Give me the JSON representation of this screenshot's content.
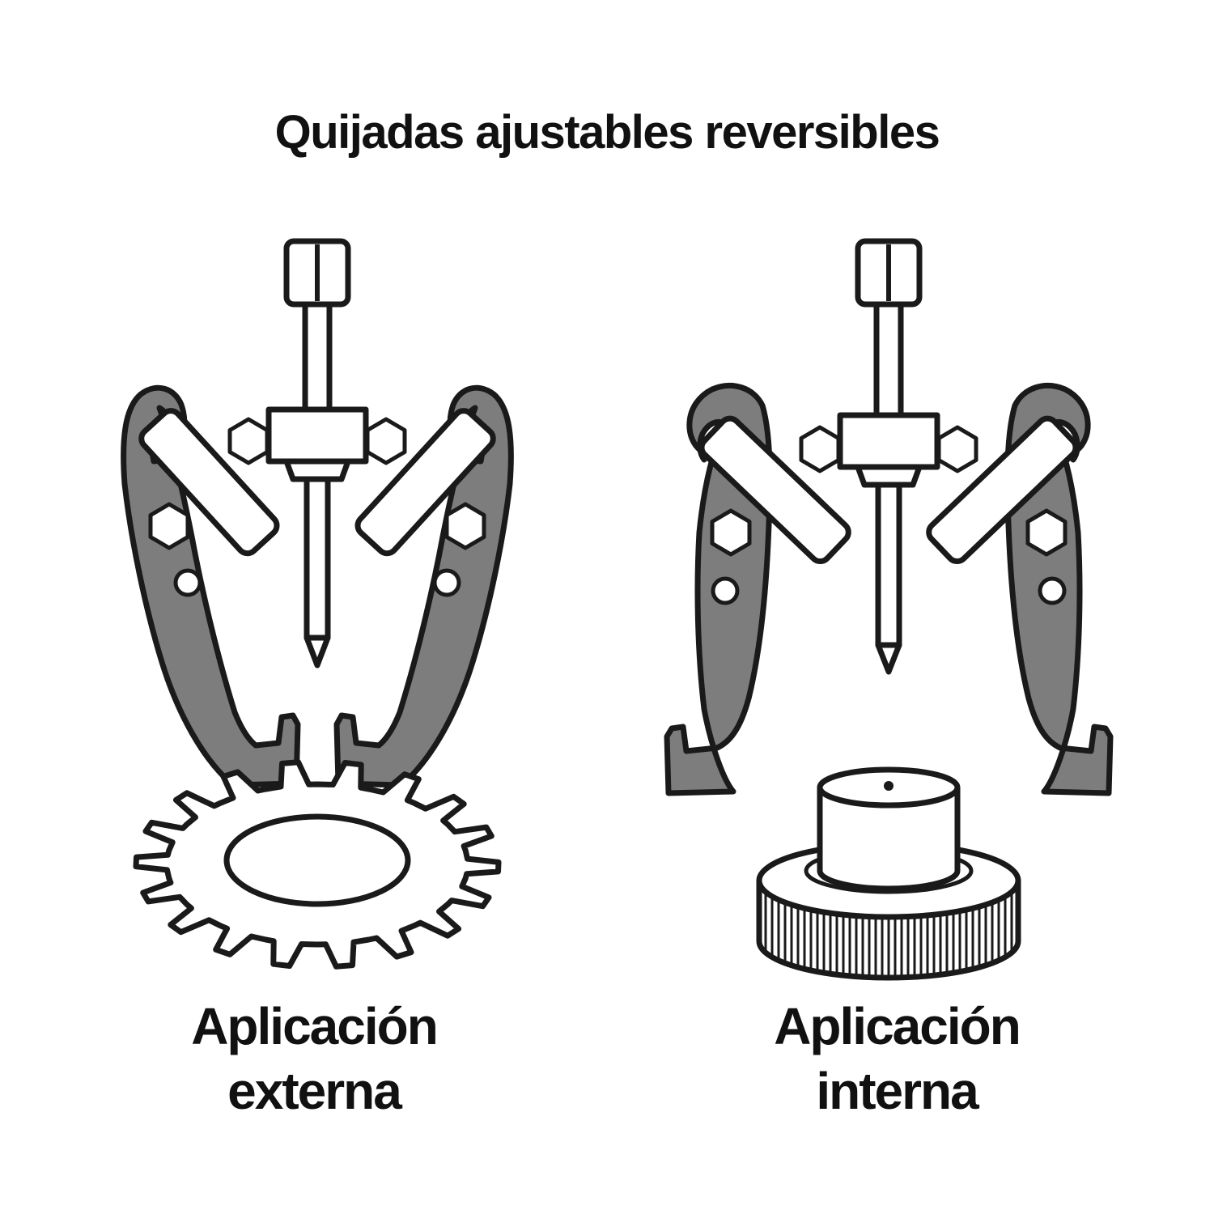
{
  "title": "Quijadas ajustables reversibles",
  "figures": {
    "external": {
      "caption_line1": "Aplicación",
      "caption_line2": "externa"
    },
    "internal": {
      "caption_line1": "Aplicación",
      "caption_line2": "interna"
    }
  },
  "icons": {
    "external_puller": "two-jaw-puller-gripping-gear-externally",
    "internal_puller": "two-jaw-puller-jaws-reversed-internal-grip",
    "gear": "sprocket-gear",
    "pulley": "knurled-pulley-with-hub"
  },
  "colors": {
    "jaw_gray": "#7d7d7d",
    "line": "#1a1a1a",
    "background": "#ffffff"
  }
}
